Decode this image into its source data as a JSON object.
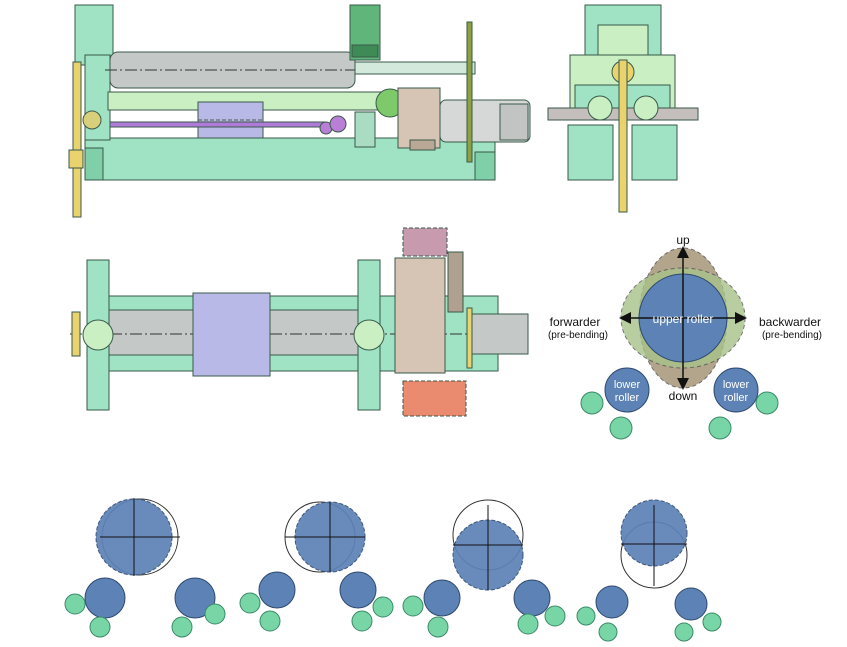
{
  "labels": {
    "up": "up",
    "down": "down",
    "forwarder": "forwarder",
    "forwarder_sub": "(pre-bending)",
    "backwarder": "backwarder",
    "backwarder_sub": "(pre-bending)",
    "upper_roller": "upper roller",
    "lower_roller_left_1": "lower",
    "lower_roller_left_2": "roller",
    "lower_roller_right_1": "lower",
    "lower_roller_right_2": "roller"
  },
  "colors": {
    "frame_green": "#9fe3c4",
    "light_green": "#c9efc2",
    "roller_gray": "#c4c9c8",
    "purple_block": "#b9b9e8",
    "brown_gear": "#d6c4b4",
    "roller_blue": "#5d82b6",
    "support_teal": "#78d5a6",
    "olive": "#8a7a40",
    "pink_box": "#c79aad",
    "salmon_box": "#ea8b70",
    "yellow_shaft": "#e9d36e"
  }
}
